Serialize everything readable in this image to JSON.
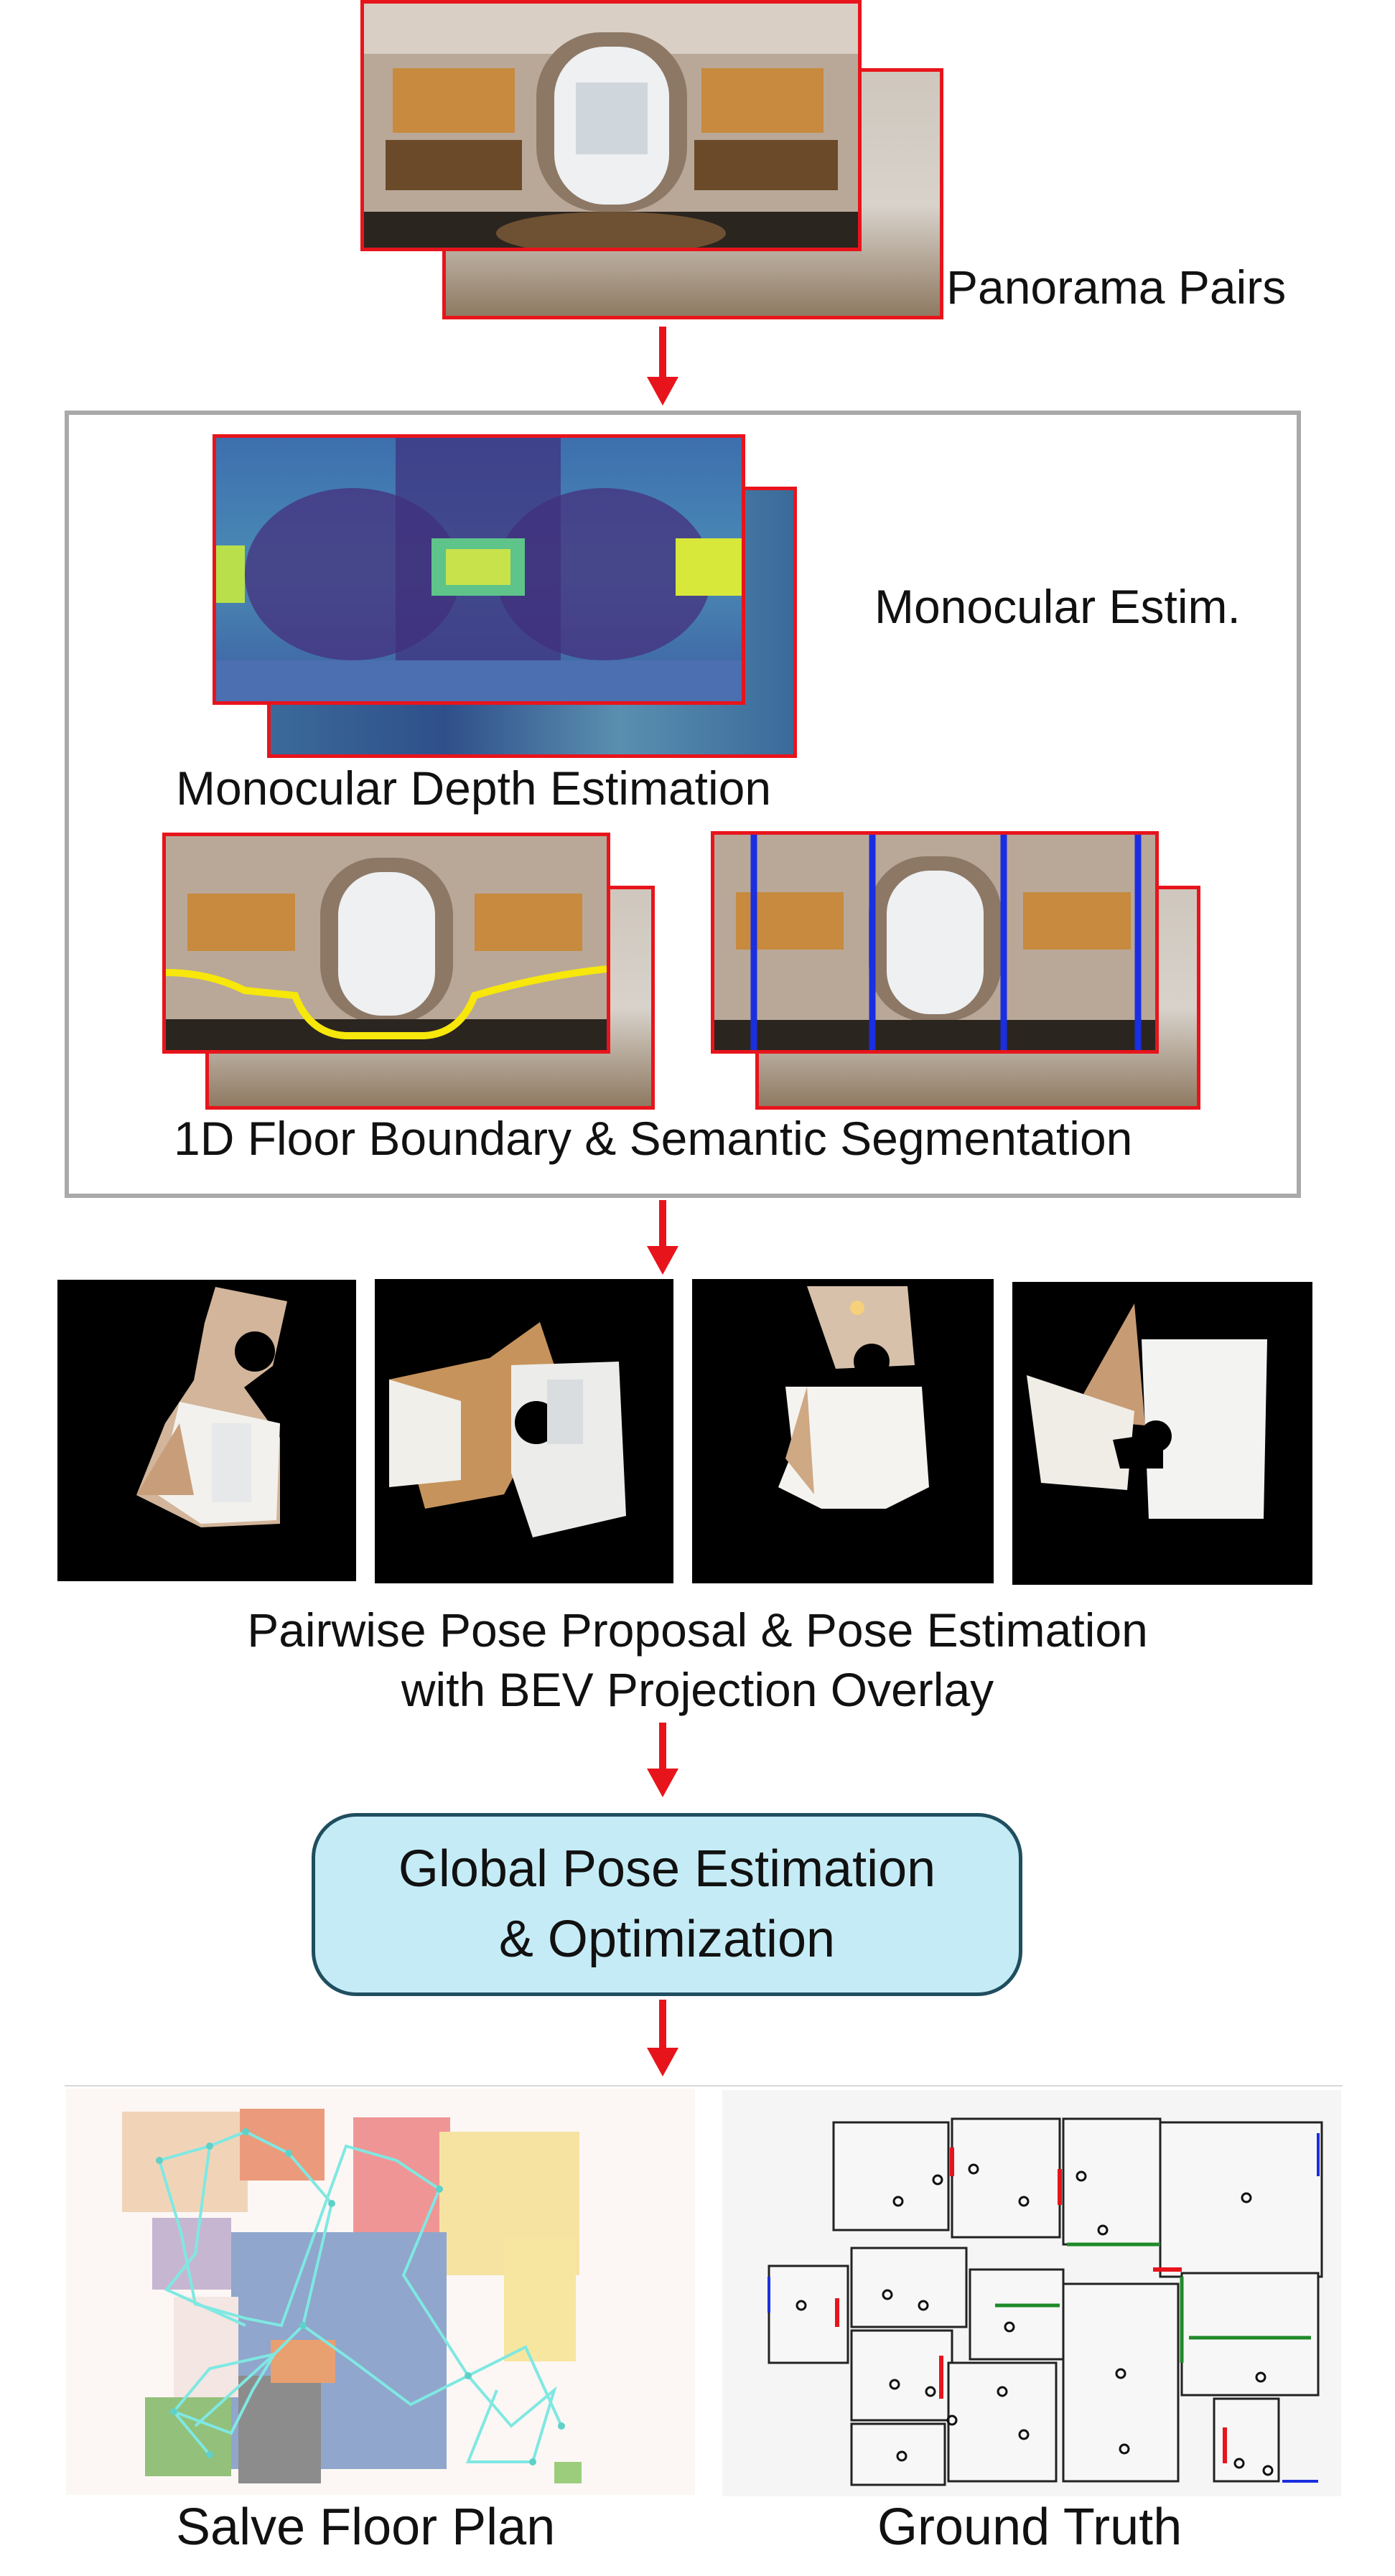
{
  "labels": {
    "panorama_pairs": "Panorama Pairs",
    "monocular_estim": "Monocular Estim.",
    "monocular_depth": "Monocular Depth Estimation",
    "floor_boundary_seg": "1D Floor Boundary & Semantic Segmentation",
    "pairwise_line1": "Pairwise Pose Proposal & Pose Estimation",
    "pairwise_line2": "with BEV Projection Overlay",
    "global_line1": "Global Pose Estimation",
    "global_line2": "& Optimization",
    "salve_floor_plan": "Salve Floor Plan",
    "ground_truth": "Ground Truth"
  },
  "colors": {
    "frame_red": "#e8141c",
    "arrow_red": "#e8141c",
    "box_gray": "#a9a9a9",
    "global_fill": "#c5ecf6",
    "global_border": "#1f4e5f",
    "boundary_yellow": "#f7e70a",
    "seg_blue": "#1a2fe0",
    "pose_graph_cyan": "#7fe8e2"
  },
  "icons": [
    "flow-arrow-icon"
  ]
}
